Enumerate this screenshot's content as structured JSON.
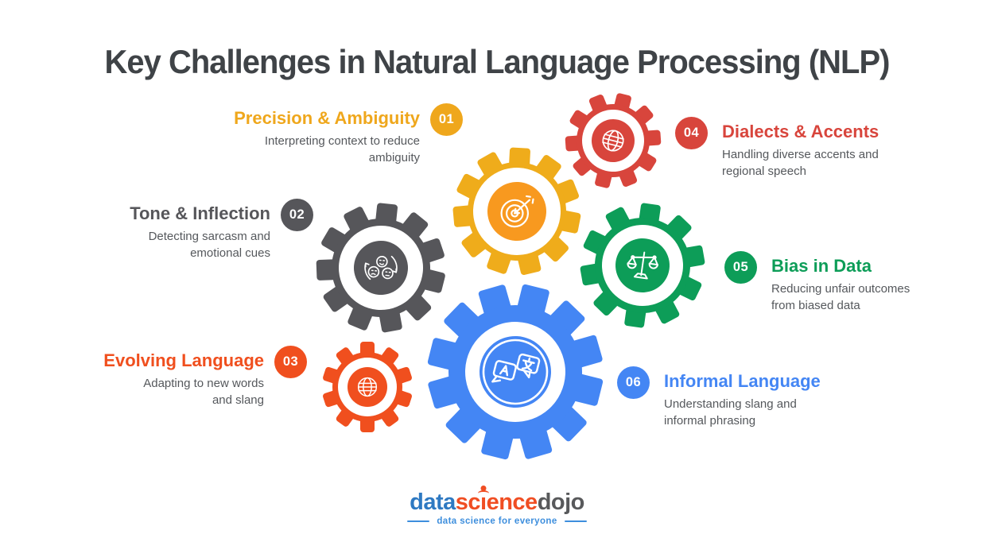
{
  "title": "Key Challenges in Natural Language Processing (NLP)",
  "items": [
    {
      "num": "01",
      "label": "Precision & Ambiguity",
      "desc": "Interpreting context to reduce\nambiguity",
      "color": "#EFA71C",
      "side": "left"
    },
    {
      "num": "02",
      "label": "Tone & Inflection",
      "desc": "Detecting sarcasm and\nemotional cues",
      "color": "#56565A",
      "side": "left"
    },
    {
      "num": "03",
      "label": "Evolving Language",
      "desc": "Adapting to new words\nand slang",
      "color": "#F04F1E",
      "side": "left"
    },
    {
      "num": "04",
      "label": "Dialects & Accents",
      "desc": "Handling diverse accents and\nregional speech",
      "color": "#D8453C",
      "side": "right"
    },
    {
      "num": "05",
      "label": "Bias in Data",
      "desc": "Reducing unfair outcomes\nfrom biased data",
      "color": "#0D9D58",
      "side": "right"
    },
    {
      "num": "06",
      "label": "Informal Language",
      "desc": "Understanding slang and\ninformal phrasing",
      "color": "#4486F4",
      "side": "right"
    }
  ],
  "gears": [
    {
      "name": "precision-ambiguity-gear",
      "color": "#EFAC1B",
      "center_color": "#F8991F",
      "icon": "target-icon"
    },
    {
      "name": "tone-inflection-gear",
      "color": "#56565A",
      "center_color": "#56565A",
      "icon": "emotions-cycle-icon"
    },
    {
      "name": "evolving-language-gear",
      "color": "#F04F1E",
      "center_color": "#F04F1E",
      "icon": "globe-icon"
    },
    {
      "name": "dialects-accents-gear",
      "color": "#D8453C",
      "center_color": "#D8453C",
      "icon": "globe-icon"
    },
    {
      "name": "bias-in-data-gear",
      "color": "#0D9D58",
      "center_color": "#0D9D58",
      "icon": "scales-icon"
    },
    {
      "name": "informal-language-gear",
      "color": "#4486F4",
      "center_color": "#4486F4",
      "icon": "translate-icon"
    }
  ],
  "logo": {
    "text_data": "data",
    "science_prefix": "sc",
    "science_suffix": "ence",
    "text_dojo": "dojo",
    "tagline": "data science for everyone",
    "color_data": "#2E79C2",
    "color_science": "#F04E23",
    "color_dojo": "#58595B",
    "color_tagline": "#3D8EDD"
  }
}
